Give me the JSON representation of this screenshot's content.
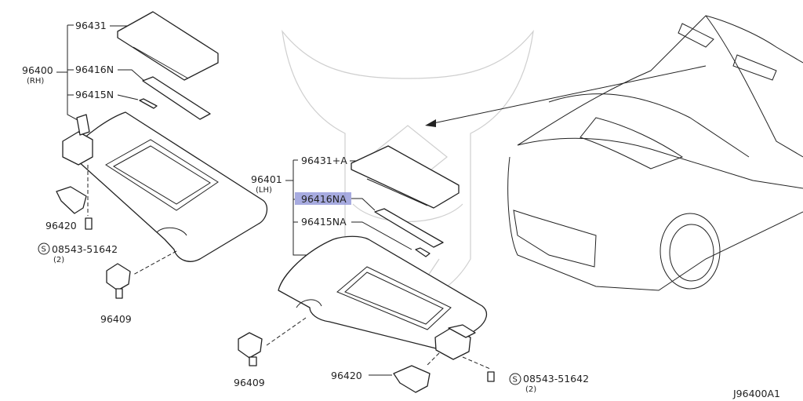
{
  "labels": {
    "rh_sunvisor_assy": "96400",
    "rh_side": "(RH)",
    "rh_sunvisor_body": "96431",
    "rh_mirror_lid": "96416N",
    "rh_spacer": "96415N",
    "rh_holder": "96420",
    "rh_screw": "08543-51642",
    "rh_screw_qty": "(2)",
    "rh_bracket": "96409",
    "lh_sunvisor_assy": "96401",
    "lh_side": "(LH)",
    "lh_sunvisor_body": "96431+A",
    "lh_mirror_lid": "96416NA",
    "lh_spacer": "96415NA",
    "lh_holder": "96420",
    "lh_screw": "08543-51642",
    "lh_screw_qty": "(2)",
    "lh_bracket": "96409",
    "screw_symbol": "S",
    "figure_id": "J96400A1"
  },
  "highlight": {
    "part": "96416NA",
    "color": "#8a8fd6"
  },
  "icons": [
    "sun-visor-rh",
    "sun-visor-lh",
    "mirror-cover",
    "clip-holder",
    "screw",
    "bracket",
    "car-front-view",
    "watermark-logo"
  ]
}
